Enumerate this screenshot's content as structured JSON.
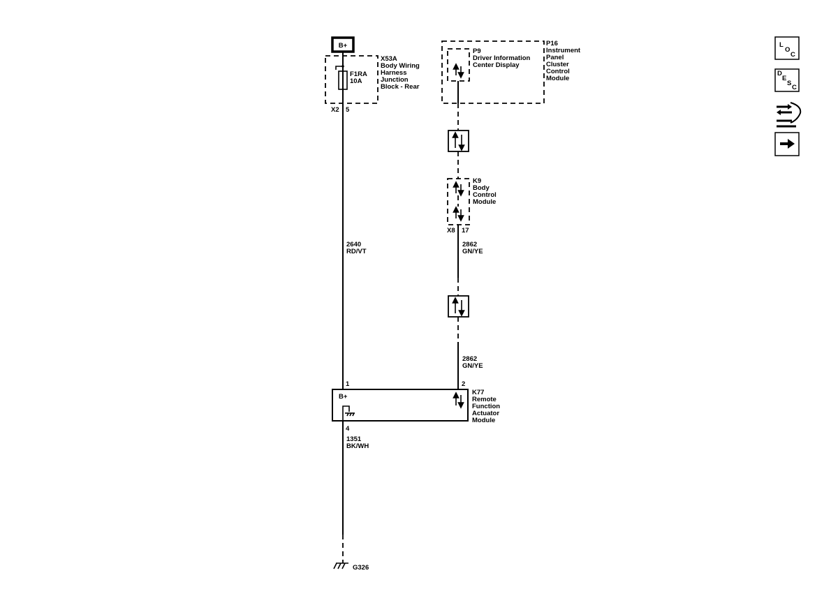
{
  "power": {
    "bplus_label": "B+"
  },
  "x53a": {
    "lines": [
      "X53A",
      "Body Wiring",
      "Harness",
      "Junction",
      "Block - Rear"
    ],
    "fuse": [
      "F1RA",
      "10A"
    ],
    "connector": "X2",
    "pin": "5"
  },
  "p16": {
    "lines": [
      "P16",
      "Instrument",
      "Panel",
      "Cluster",
      "Control",
      "Module"
    ]
  },
  "p9": {
    "lines": [
      "P9",
      "Driver Information",
      "Center Display"
    ]
  },
  "k9": {
    "lines": [
      "K9",
      "Body",
      "Control",
      "Module"
    ],
    "connector": "X8",
    "pin": "17"
  },
  "wires": {
    "w2640": {
      "circuit": "2640",
      "color": "RD/VT"
    },
    "w2862_upper": {
      "circuit": "2862",
      "color": "GN/YE"
    },
    "w2862_lower": {
      "circuit": "2862",
      "color": "GN/YE"
    },
    "w1351": {
      "circuit": "1351",
      "color": "BK/WH"
    }
  },
  "k77": {
    "lines": [
      "K77",
      "Remote",
      "Function",
      "Actuator",
      "Module"
    ],
    "bplus_label": "B+",
    "pin_power": "1",
    "pin_data": "2",
    "pin_ground": "4"
  },
  "ground": {
    "label": "G326"
  },
  "nav": {
    "loc": [
      "L",
      "O",
      "C"
    ],
    "desc": [
      "D",
      "E",
      "S",
      "C"
    ],
    "icons": [
      "component-location-icon",
      "description-icon",
      "connector-end-view-icon",
      "next-arrow-icon"
    ]
  }
}
